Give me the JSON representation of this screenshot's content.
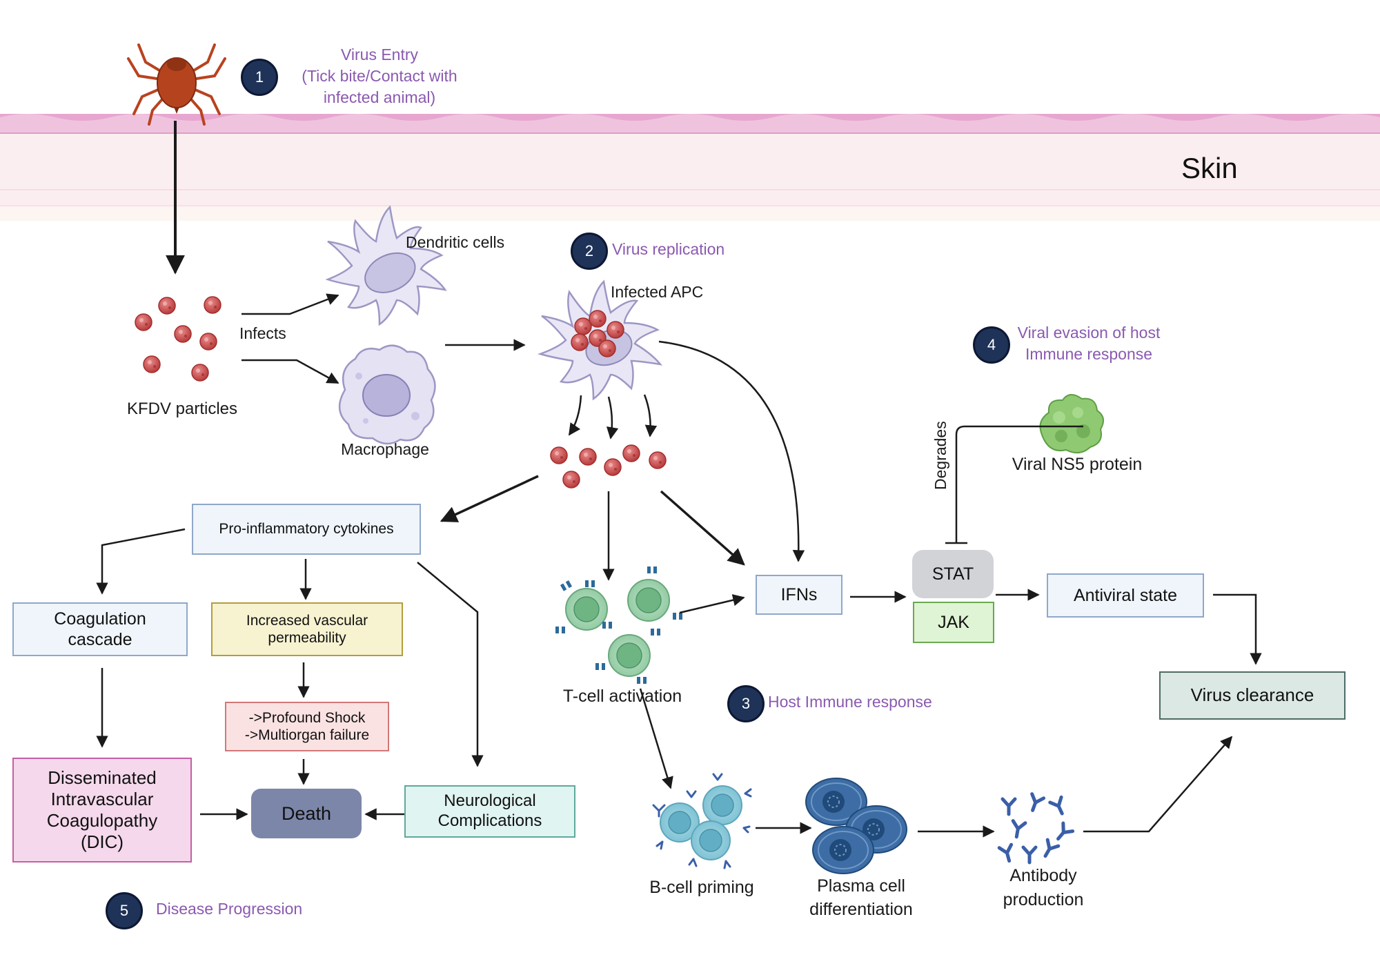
{
  "skin": {
    "label": "Skin"
  },
  "steps": {
    "s1": {
      "num": "1",
      "line1": "Virus Entry",
      "line2": "(Tick bite/Contact with",
      "line3": "infected animal)"
    },
    "s2": {
      "num": "2",
      "label": "Virus replication"
    },
    "s3": {
      "num": "3",
      "label": "Host Immune response"
    },
    "s4": {
      "num": "4",
      "line1": "Viral evasion of host",
      "line2": "Immune response"
    },
    "s5": {
      "num": "5",
      "label": "Disease Progression"
    }
  },
  "labels": {
    "kfdv": "KFDV particles",
    "infects": "Infects",
    "dendritic": "Dendritic cells",
    "macrophage": "Macrophage",
    "infected_apc": "Infected APC",
    "tcell": "T-cell activation",
    "bcell": "B-cell priming",
    "plasma1": "Plasma cell",
    "plasma2": "differentiation",
    "antibody1": "Antibody",
    "antibody2": "production",
    "ns5": "Viral NS5 protein",
    "degrades": "Degrades"
  },
  "boxes": {
    "proinflammatory": "Pro-inflammatory cytokines",
    "coag1": "Coagulation",
    "coag2": "cascade",
    "vasc1": "Increased vascular",
    "vasc2": "permeability",
    "shock1": "->Profound Shock",
    "shock2": "->Multiorgan failure",
    "dic1": "Disseminated",
    "dic2": "Intravascular",
    "dic3": "Coagulopathy",
    "dic4": "(DIC)",
    "death": "Death",
    "neuro1": "Neurological",
    "neuro2": "Complications",
    "ifns": "IFNs",
    "stat": "STAT",
    "jak": "JAK",
    "antiviral": "Antiviral state",
    "clearance": "Virus clearance"
  }
}
